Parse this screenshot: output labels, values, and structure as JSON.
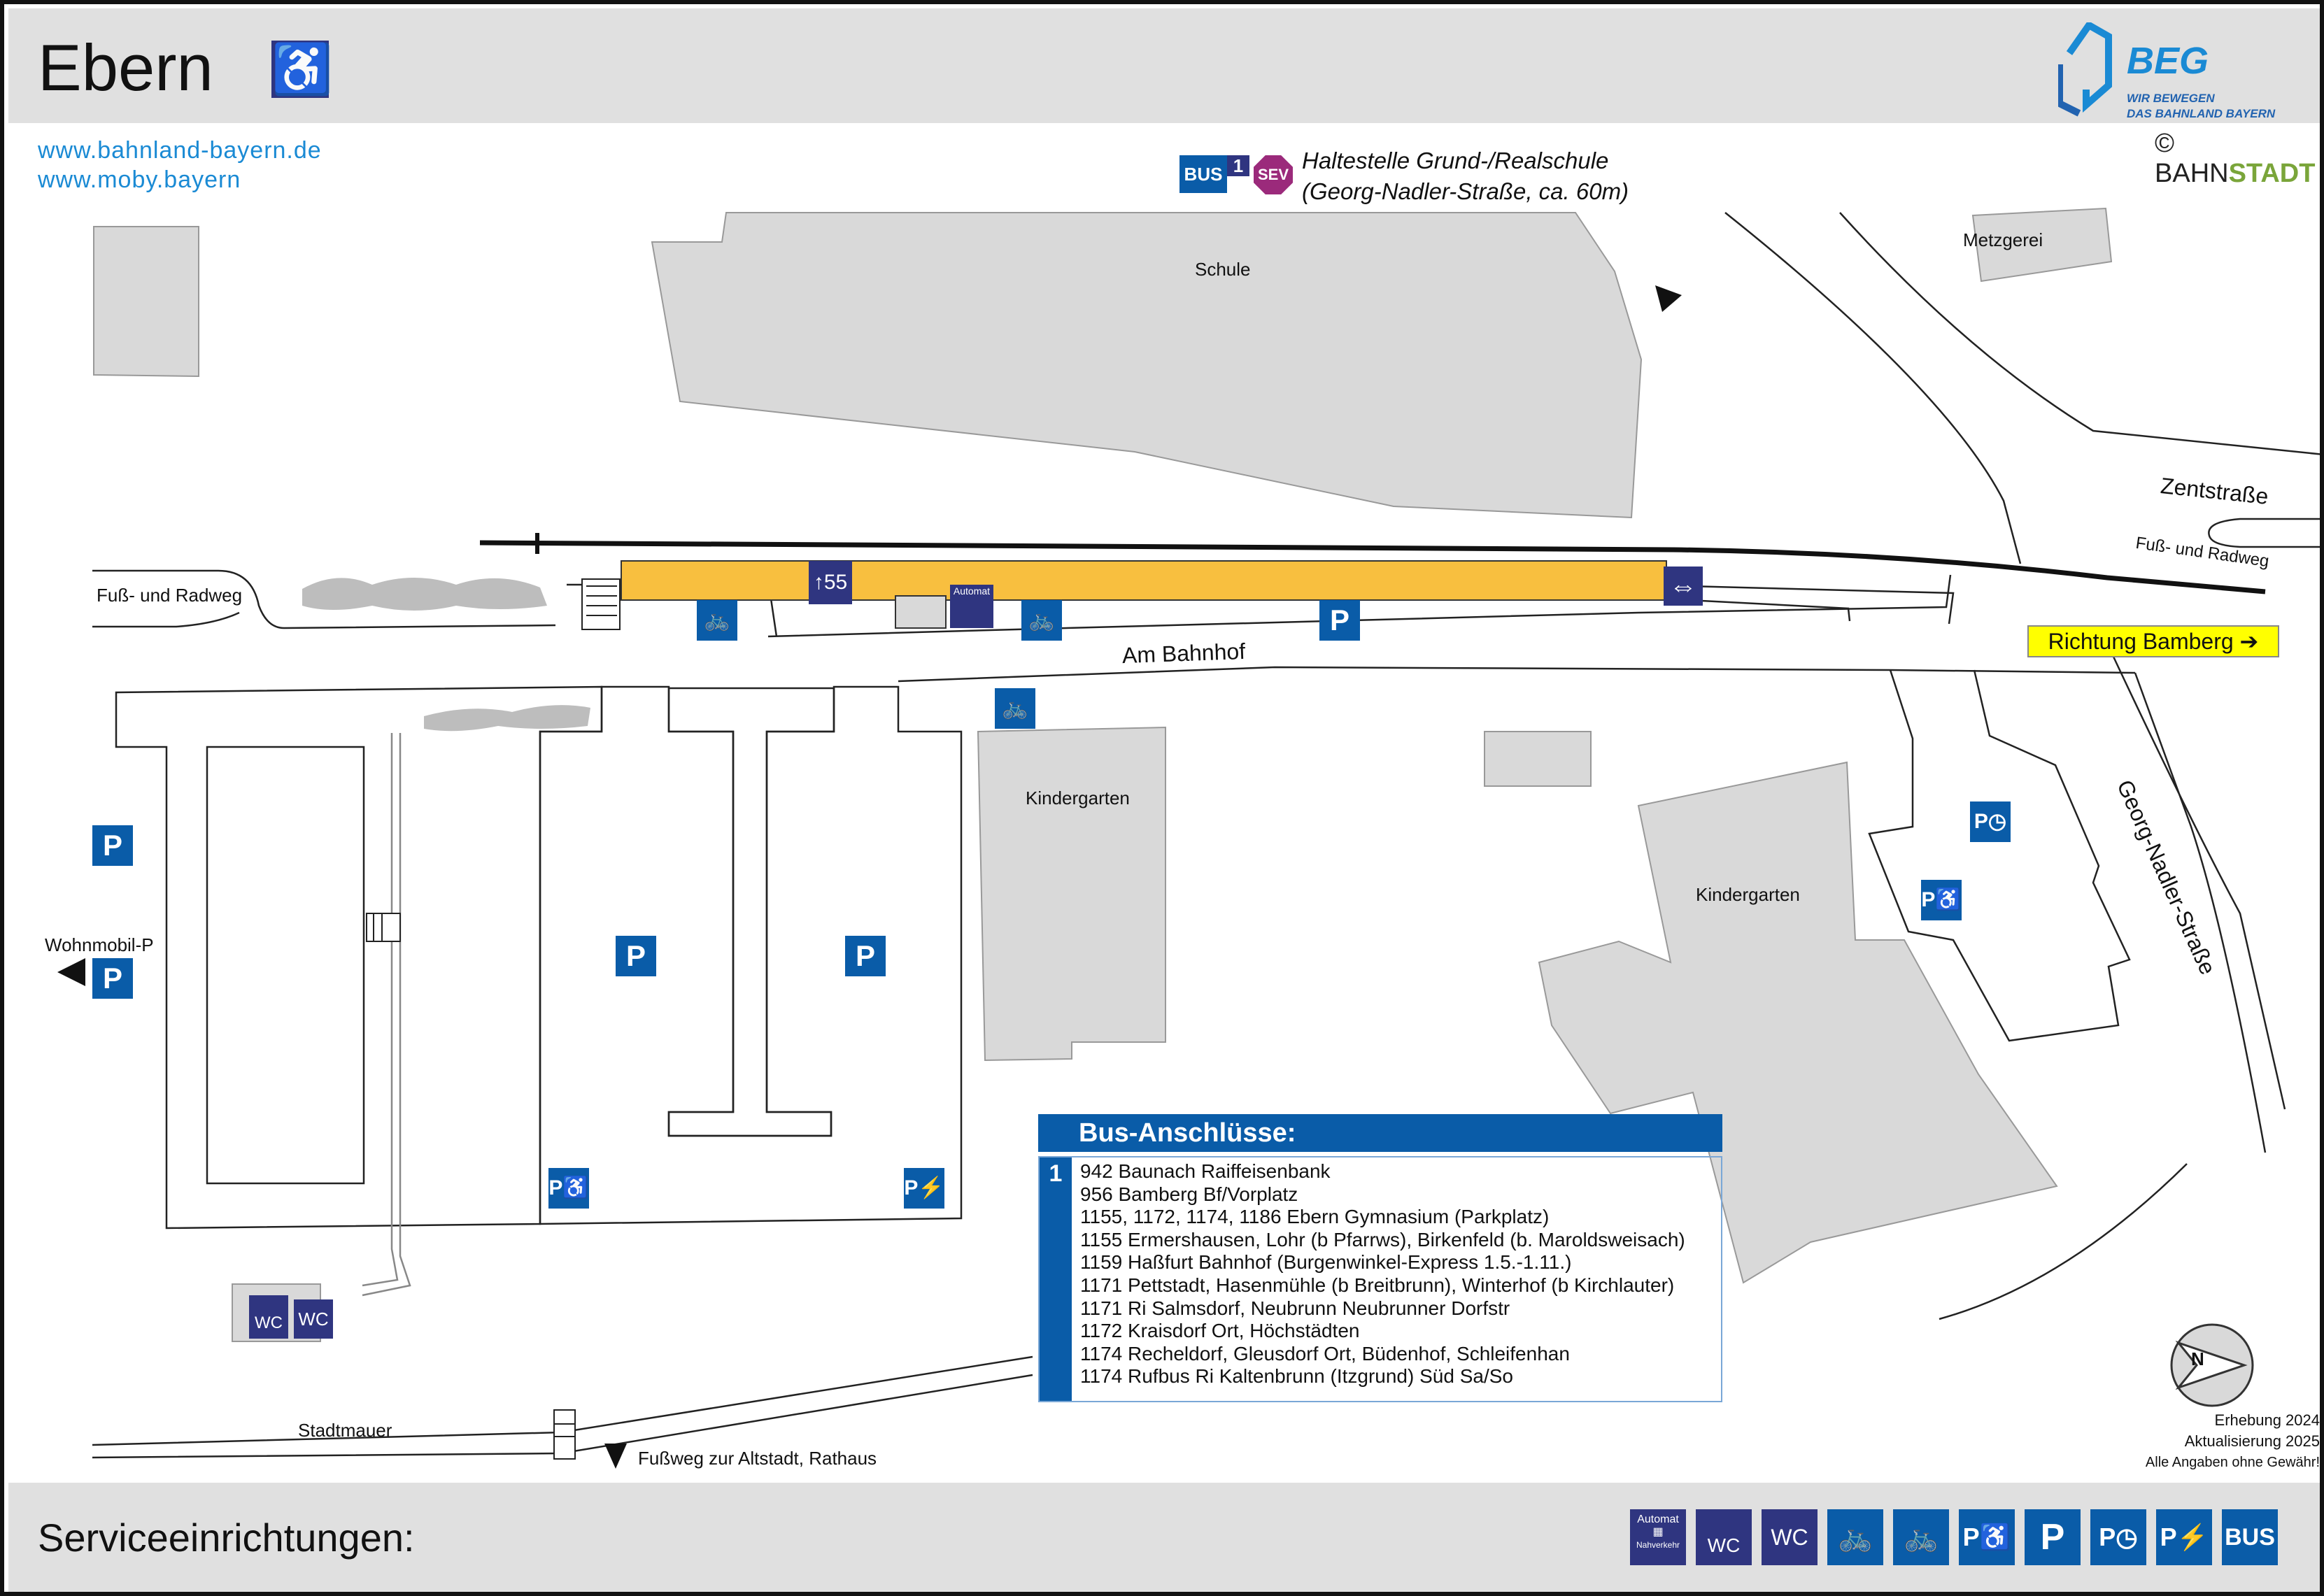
{
  "header": {
    "station_name": "Ebern",
    "brand": "BEG",
    "brand_tagline_1": "WIR BEWEGEN",
    "brand_tagline_2": "DAS BAHNLAND BAYERN"
  },
  "links": [
    "www.bahnland-bayern.de",
    "www.moby.bayern"
  ],
  "copyright": {
    "symbol": "©",
    "part1": "BAHN",
    "part2": "STADT"
  },
  "bus_stop": {
    "bus_label": "BUS",
    "line": "1",
    "sev_label": "SEV",
    "line1": "Haltestelle Grund-/Realschule",
    "line2": "(Georg-Nadler-Straße, ca. 60m)"
  },
  "map_labels": {
    "schule": "Schule",
    "metzgerei": "Metzgerei",
    "zentstrasse": "Zentstraße",
    "fuss_radweg_left": "Fuß- und Radweg",
    "fuss_radweg_right": "Fuß- und Radweg",
    "am_bahnhof": "Am Bahnhof",
    "richtung_bamberg": "Richtung Bamberg",
    "kindergarten_1": "Kindergarten",
    "kindergarten_2": "Kindergarten",
    "georg_nadler": "Georg-Nadler-Straße",
    "wohnmobil": "Wohnmobil-P",
    "stadtmauer": "Stadtmauer",
    "fussweg_altstadt": "Fußweg zur Altstadt, Rathaus",
    "track_number": "55",
    "automat": "Automat",
    "parking": "P",
    "wc": "WC"
  },
  "bus_connections": {
    "title": "Bus-Anschlüsse:",
    "stop_number": "1",
    "lines": [
      "942 Baunach Raiffeisenbank",
      "956 Bamberg Bf/Vorplatz",
      "1155, 1172, 1174, 1186 Ebern Gymnasium (Parkplatz)",
      "1155 Ermershausen, Lohr (b Pfarrws), Birkenfeld (b. Maroldsweisach)",
      "1159 Haßfurt Bahnhof (Burgenwinkel-Express 1.5.-1.11.)",
      "1171 Pettstadt, Hasenmühle (b Breitbrunn), Winterhof (b Kirchlauter)",
      "1171 Ri Salmsdorf, Neubrunn Neubrunner Dorfstr",
      "1172 Kraisdorf Ort, Höchstädten",
      "1174 Recheldorf, Gleusdorf Ort, Büdenhof, Schleifenhan",
      "1174 Rufbus Ri Kaltenbrunn (Itzgrund) Süd Sa/So"
    ]
  },
  "survey": {
    "line1": "Erhebung 2024",
    "line2": "Aktualisierung 2025",
    "line3": "Alle Angaben ohne Gewähr!"
  },
  "compass_letter": "N",
  "footer": {
    "services_label": "Serviceeinrichtungen:",
    "automat_top": "Automat",
    "automat_bottom": "Nahverkehr",
    "wc": "WC",
    "p": "P",
    "bus": "BUS"
  },
  "colors": {
    "platform": "#f8bf3f",
    "building": "#d9d9d9",
    "service_blue": "#0a5ca8",
    "navy": "#2f3580",
    "sev_purple": "#9b2a7b",
    "link_blue": "#1a8ad4",
    "yellow_sign": "#ffff00"
  },
  "icons": [
    "wheelchair-icon",
    "bicycle-icon",
    "bike-repair-icon",
    "ticket-machine-icon",
    "lift-icon",
    "arrow-left-icon",
    "arrow-right-icon",
    "compass-icon",
    "clock-icon",
    "ev-charging-icon"
  ]
}
